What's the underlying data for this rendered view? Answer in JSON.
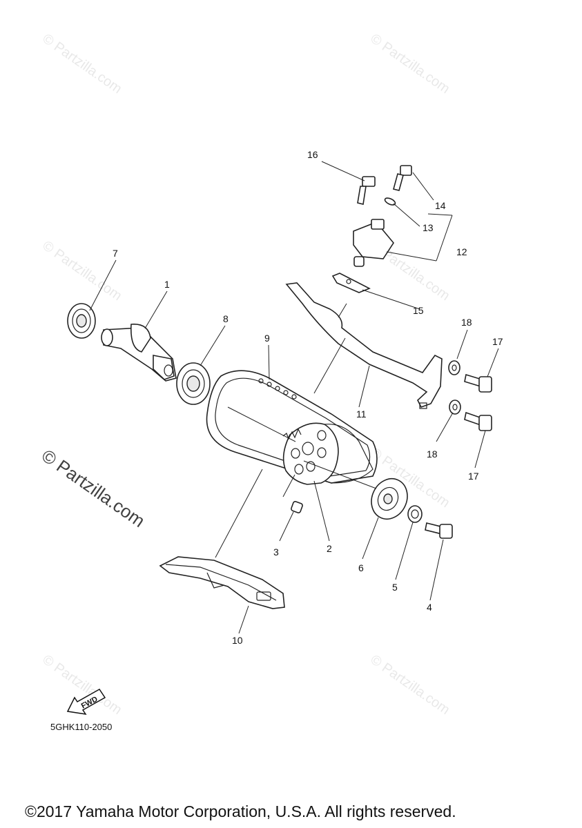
{
  "watermarks": [
    "© Partzilla.com",
    "© Partzilla.com",
    "© Partzilla.com",
    "© Partzilla.com",
    "© Partzilla.com",
    "© Partzilla.com",
    "© Partzilla.com",
    "© Partzilla.com"
  ],
  "callouts": [
    "1",
    "2",
    "3",
    "4",
    "5",
    "6",
    "7",
    "8",
    "9",
    "10",
    "11",
    "12",
    "13",
    "14",
    "15",
    "16",
    "17",
    "17",
    "18",
    "18"
  ],
  "fwd_label": "FWD",
  "diagram_code": "5GHK110-2050",
  "copyright": "©2017 Yamaha Motor Corporation, U.S.A. All rights reserved."
}
